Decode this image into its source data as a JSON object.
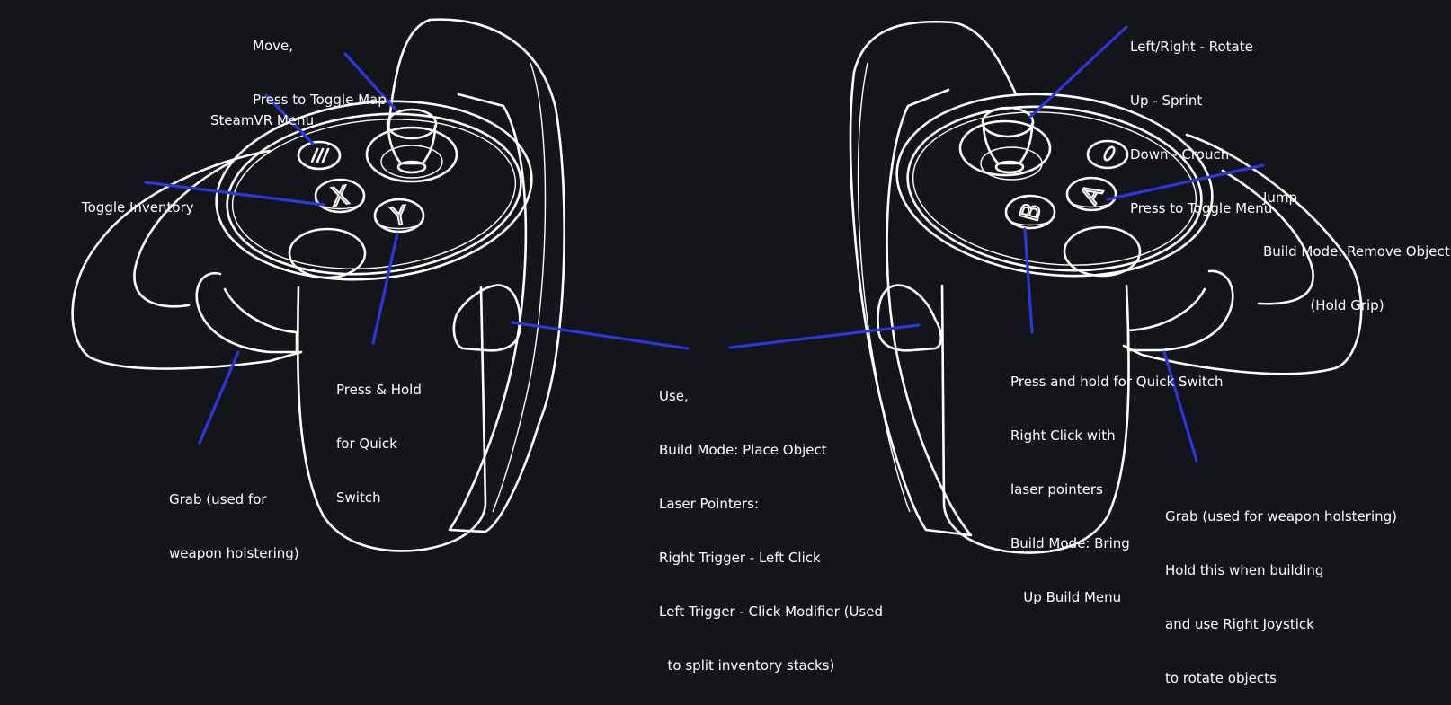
{
  "colors": {
    "background": "#141519",
    "outline": "#ffffff",
    "leader_line": "#2b35e0"
  },
  "left_controller": {
    "buttons": {
      "x": "X",
      "y": "Y"
    },
    "labels": {
      "joystick": [
        "Move,",
        "Press to Toggle Map"
      ],
      "steamvr_menu": [
        "SteamVR Menu"
      ],
      "toggle_inventory": [
        "Toggle Inventory"
      ],
      "y_button": [
        "Press & Hold",
        "for Quick",
        "Switch"
      ],
      "grip": [
        "Grab (used for",
        "weapon holstering)"
      ]
    }
  },
  "trigger_label": [
    "Use,",
    "Build Mode: Place Object",
    "Laser Pointers:",
    "Right Trigger - Left Click",
    "Left Trigger - Click Modifier (Used",
    "  to split inventory stacks)"
  ],
  "right_controller": {
    "buttons": {
      "a": "A",
      "b": "B"
    },
    "labels": {
      "joystick": [
        "Left/Right - Rotate",
        "Up - Sprint",
        "Down - Crouch",
        "Press to Toggle Menu"
      ],
      "a_button": [
        "Jump",
        "Build Mode: Remove Object",
        "           (Hold Grip)"
      ],
      "b_button": [
        "Press and hold for Quick Switch",
        "Right Click with",
        "laser pointers",
        "Build Mode: Bring",
        "   Up Build Menu"
      ],
      "grip": [
        "Grab (used for weapon holstering)",
        "Hold this when building",
        "and use Right Joystick",
        "to rotate objects"
      ]
    }
  }
}
